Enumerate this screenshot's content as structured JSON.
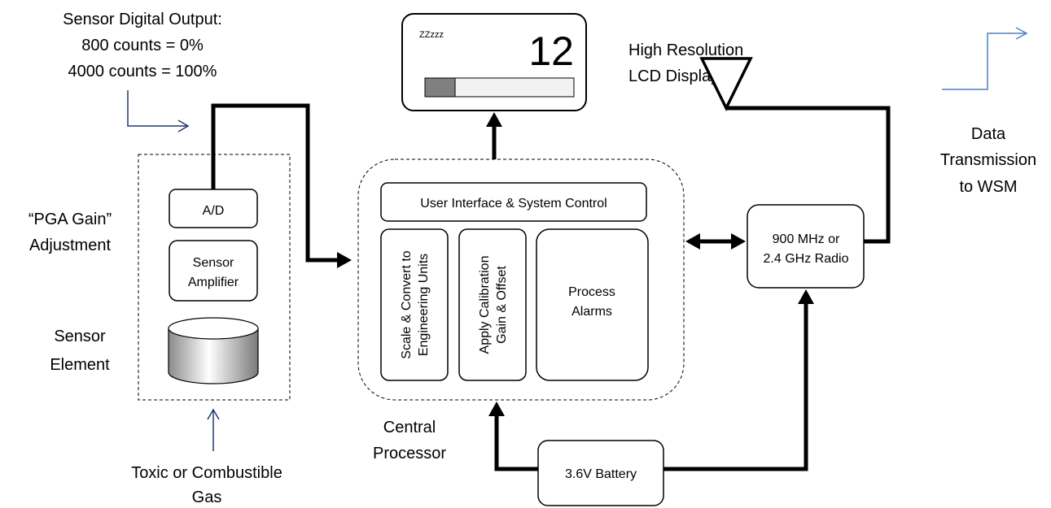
{
  "sensor_output": {
    "line1": "Sensor Digital Output:",
    "line2": "800 counts = 0%",
    "line3": "4000 counts = 100%"
  },
  "pga_label": {
    "line1": "“PGA Gain”",
    "line2": "Adjustment"
  },
  "sensor_element_label": {
    "line1": "Sensor",
    "line2": "Element"
  },
  "gas_label": {
    "line1": "Toxic or Combustible",
    "line2": "Gas"
  },
  "sensor_module": {
    "ad_label": "A/D",
    "amplifier_line1": "Sensor",
    "amplifier_line2": "Amplifier"
  },
  "lcd": {
    "sleep_text": "ZZzzz",
    "reading": "12",
    "bar_level": 0.2,
    "caption_line1": "High Resolution",
    "caption_line2": "LCD Display"
  },
  "processor": {
    "ui_label": "User Interface & System Control",
    "scale_line1": "Scale & Convert to",
    "scale_line2": "Engineering Units",
    "calib_line1": "Apply Calibration",
    "calib_line2": "Gain & Offset",
    "alarms_line1": "Process",
    "alarms_line2": "Alarms",
    "caption_line1": "Central",
    "caption_line2": "Processor"
  },
  "radio": {
    "line1": "900 MHz or",
    "line2": "2.4 GHz Radio"
  },
  "battery": {
    "label": "3.6V Battery"
  },
  "transmission": {
    "line1": "Data",
    "line2": "Transmission",
    "line3": "to WSM"
  },
  "colors": {
    "arrow_thin": "#1f3a6e",
    "arrow_blue": "#4f81bd",
    "lcd_bar": "#808080"
  }
}
